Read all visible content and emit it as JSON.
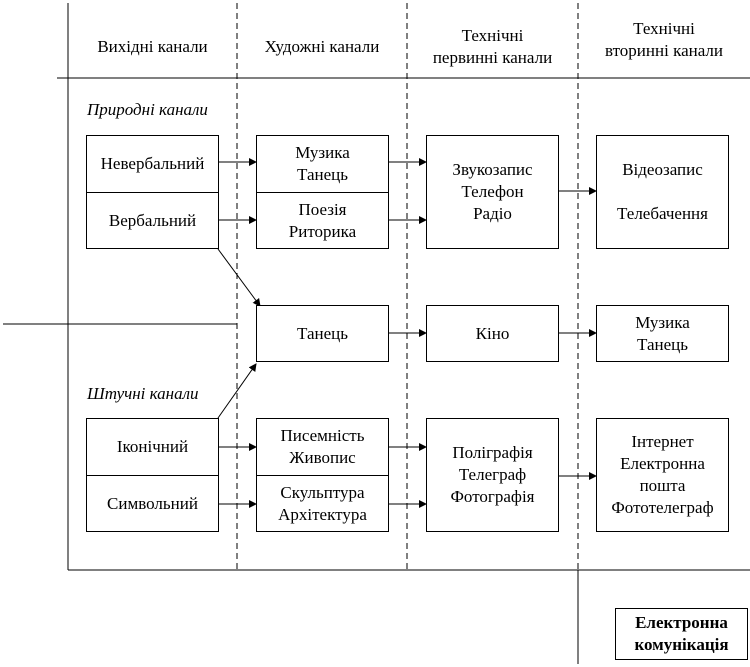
{
  "columns": [
    {
      "line1": "Вихідні канали",
      "line2": ""
    },
    {
      "line1": "Художні канали",
      "line2": ""
    },
    {
      "line1": "Технічні",
      "line2": "первинні канали"
    },
    {
      "line1": "Технічні",
      "line2": "вторинні канали"
    }
  ],
  "sections": {
    "natural": "Природні канали",
    "artificial": "Штучні канали"
  },
  "boxes": {
    "nonverbal": [
      "Невербальний"
    ],
    "verbal": [
      "Вербальний"
    ],
    "iconic": [
      "Іконічний"
    ],
    "symbolic": [
      "Символьний"
    ],
    "music_dance": [
      "Музика",
      "Танець"
    ],
    "poetry_rhetoric": [
      "Поезія",
      "Риторика"
    ],
    "dance": [
      "Танець"
    ],
    "writing_painting": [
      "Писемність",
      "Живопис"
    ],
    "sculpture_architecture": [
      "Скульптура",
      "Архітектура"
    ],
    "sound_recording": [
      "Звукозапис",
      "Телефон",
      "Радіо"
    ],
    "cinema": [
      "Кіно"
    ],
    "printing": [
      "Поліграфія",
      "Телеграф",
      "Фотографія"
    ],
    "video_tv": [
      "Відеозапис",
      "Телебачення"
    ],
    "music_dance_2": [
      "Музика",
      "Танець"
    ],
    "internet": [
      "Інтернет",
      "Електронна",
      "пошта",
      "Фототелеграф"
    ]
  },
  "legend": [
    "Електронна",
    "комунікація"
  ]
}
